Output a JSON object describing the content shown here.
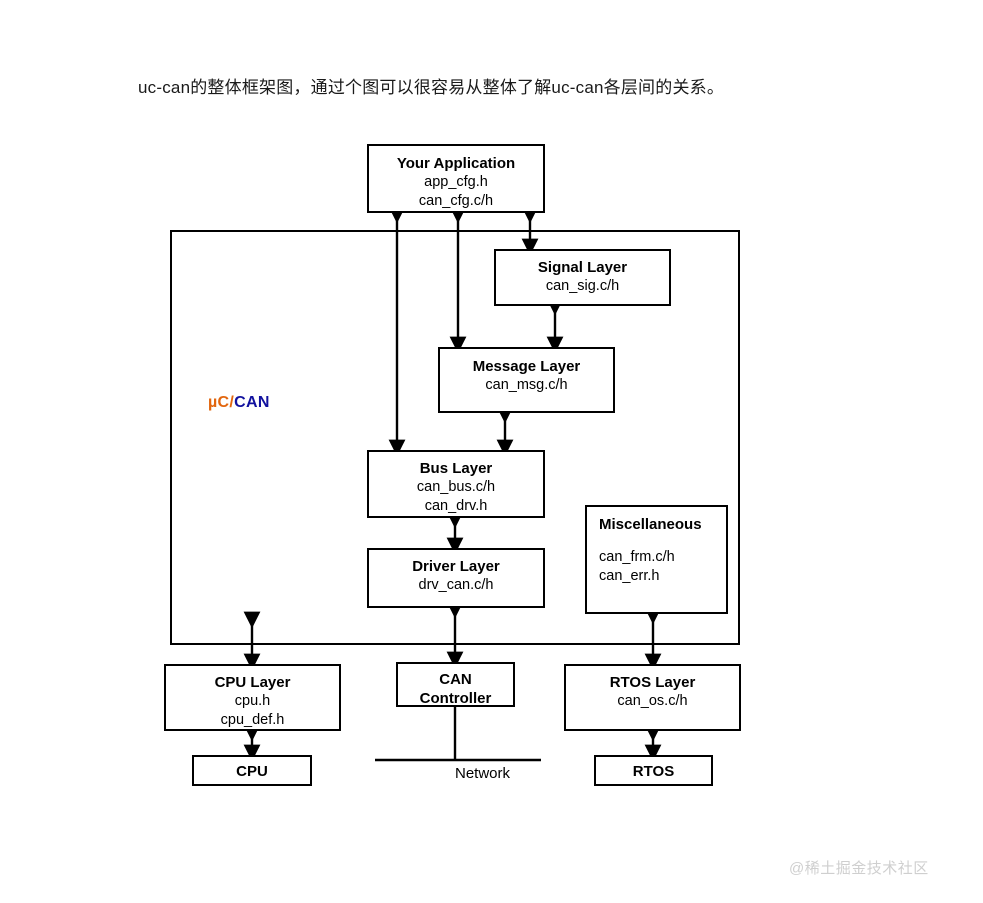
{
  "caption": "uc-can的整体框架图，通过个图可以很容易从整体了解uc-can各层间的关系。",
  "logo": {
    "prefix": "µC/",
    "suffix": "CAN",
    "prefix_color": "#E2660E",
    "suffix_color": "#11119E"
  },
  "nodes": {
    "application": {
      "title": "Your Application",
      "sub": "app_cfg.h\ncan_cfg.c/h"
    },
    "signal_layer": {
      "title": "Signal Layer",
      "sub": "can_sig.c/h"
    },
    "message_layer": {
      "title": "Message Layer",
      "sub": "can_msg.c/h"
    },
    "bus_layer": {
      "title": "Bus Layer",
      "sub": "can_bus.c/h\ncan_drv.h"
    },
    "driver_layer": {
      "title": "Driver Layer",
      "sub": "drv_can.c/h"
    },
    "miscellaneous": {
      "title": "Miscellaneous",
      "sub": "can_frm.c/h\ncan_err.h"
    },
    "cpu_layer": {
      "title": "CPU Layer",
      "sub": "cpu.h\ncpu_def.h"
    },
    "can_controller": {
      "title": "CAN\nController",
      "sub": ""
    },
    "rtos_layer": {
      "title": "RTOS Layer",
      "sub": "can_os.c/h"
    },
    "cpu": {
      "title": "CPU",
      "sub": ""
    },
    "rtos": {
      "title": "RTOS",
      "sub": ""
    }
  },
  "network_label": "Network",
  "watermark": "@稀土掘金技术社区"
}
